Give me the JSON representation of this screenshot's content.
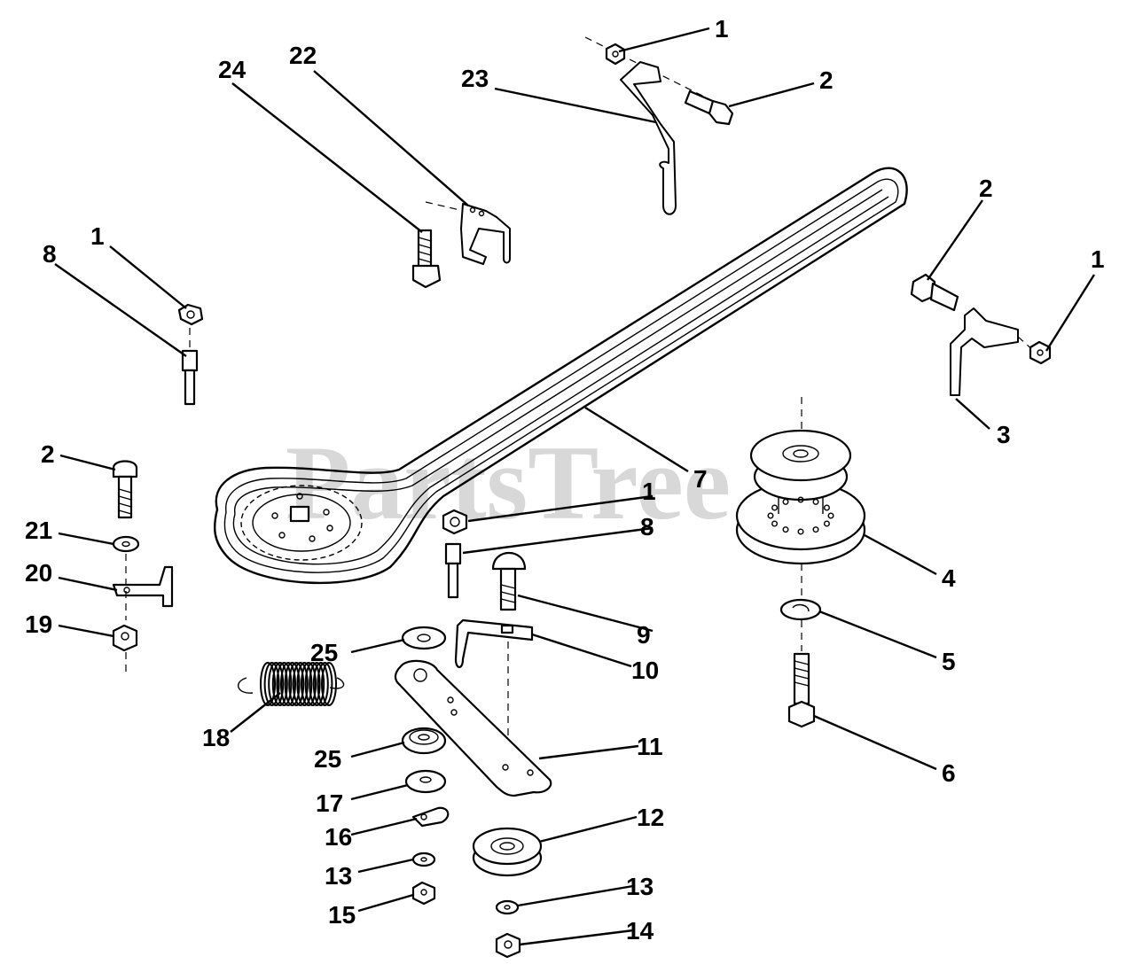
{
  "watermark": "PartsTree",
  "callouts": [
    {
      "id": "c1a",
      "text": "1"
    },
    {
      "id": "c2a",
      "text": "2"
    },
    {
      "id": "c23",
      "text": "23"
    },
    {
      "id": "c22",
      "text": "22"
    },
    {
      "id": "c24",
      "text": "24"
    },
    {
      "id": "c1b",
      "text": "1"
    },
    {
      "id": "c8a",
      "text": "8"
    },
    {
      "id": "c2b",
      "text": "2"
    },
    {
      "id": "c1c",
      "text": "1"
    },
    {
      "id": "c3",
      "text": "3"
    },
    {
      "id": "c7",
      "text": "7"
    },
    {
      "id": "c2c",
      "text": "2"
    },
    {
      "id": "c21",
      "text": "21"
    },
    {
      "id": "c20",
      "text": "20"
    },
    {
      "id": "c19",
      "text": "19"
    },
    {
      "id": "c1d",
      "text": "1"
    },
    {
      "id": "c8b",
      "text": "8"
    },
    {
      "id": "c4",
      "text": "4"
    },
    {
      "id": "c5",
      "text": "5"
    },
    {
      "id": "c6",
      "text": "6"
    },
    {
      "id": "c9",
      "text": "9"
    },
    {
      "id": "c10",
      "text": "10"
    },
    {
      "id": "c25a",
      "text": "25"
    },
    {
      "id": "c18",
      "text": "18"
    },
    {
      "id": "c11",
      "text": "11"
    },
    {
      "id": "c25b",
      "text": "25"
    },
    {
      "id": "c17",
      "text": "17"
    },
    {
      "id": "c16",
      "text": "16"
    },
    {
      "id": "c12",
      "text": "12"
    },
    {
      "id": "c13a",
      "text": "13"
    },
    {
      "id": "c15",
      "text": "15"
    },
    {
      "id": "c13b",
      "text": "13"
    },
    {
      "id": "c14",
      "text": "14"
    }
  ]
}
